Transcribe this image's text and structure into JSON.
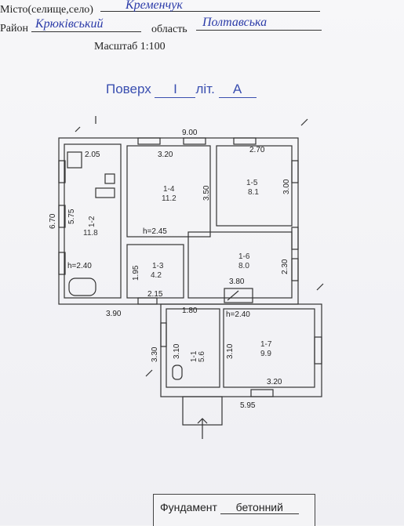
{
  "header": {
    "city_label": "Місто(селище,село)",
    "city_value": "Кременчук",
    "district_label": "Район",
    "district_value": "Крюківський",
    "region_label": "область",
    "region_value": "Полтавська",
    "scale": "Масштаб  1:100"
  },
  "floor": {
    "floor_label": "Поверх",
    "floor_value": "I",
    "lit_label": "літ.",
    "lit_value": "А"
  },
  "dimensions": {
    "top_total": "9.00",
    "left_total": "6.70",
    "left_inner": "5.75",
    "room2_top": "2.05",
    "room4_top": "3.20",
    "room4_right": "3.50",
    "room5_top": "2.70",
    "room5_right": "3.00",
    "room3_left": "1.95",
    "room3_bottom": "2.15",
    "room6_right": "2.30",
    "room6_bottom": "3.80",
    "bottom_left": "3.90",
    "room1_top": "1.80",
    "lower_left": "3.30",
    "room1_side": "3.10",
    "room7_side": "3.10",
    "room7_bottom": "3.20",
    "lower_bottom": "5.95"
  },
  "heights": {
    "h_room2": "h=2.40",
    "h_room4": "h=2.45",
    "h_lower": "h=2.40"
  },
  "rooms": [
    {
      "id": "1-2",
      "area": "11.8"
    },
    {
      "id": "1-4",
      "area": "11.2"
    },
    {
      "id": "1-5",
      "area": "8.1"
    },
    {
      "id": "1-3",
      "area": "4.2"
    },
    {
      "id": "1-6",
      "area": "8.0"
    },
    {
      "id": "1-1",
      "area": "5.6"
    },
    {
      "id": "1-7",
      "area": "9.9"
    }
  ],
  "footer": {
    "foundation_label": "Фундамент",
    "foundation_value": "бетонний"
  }
}
